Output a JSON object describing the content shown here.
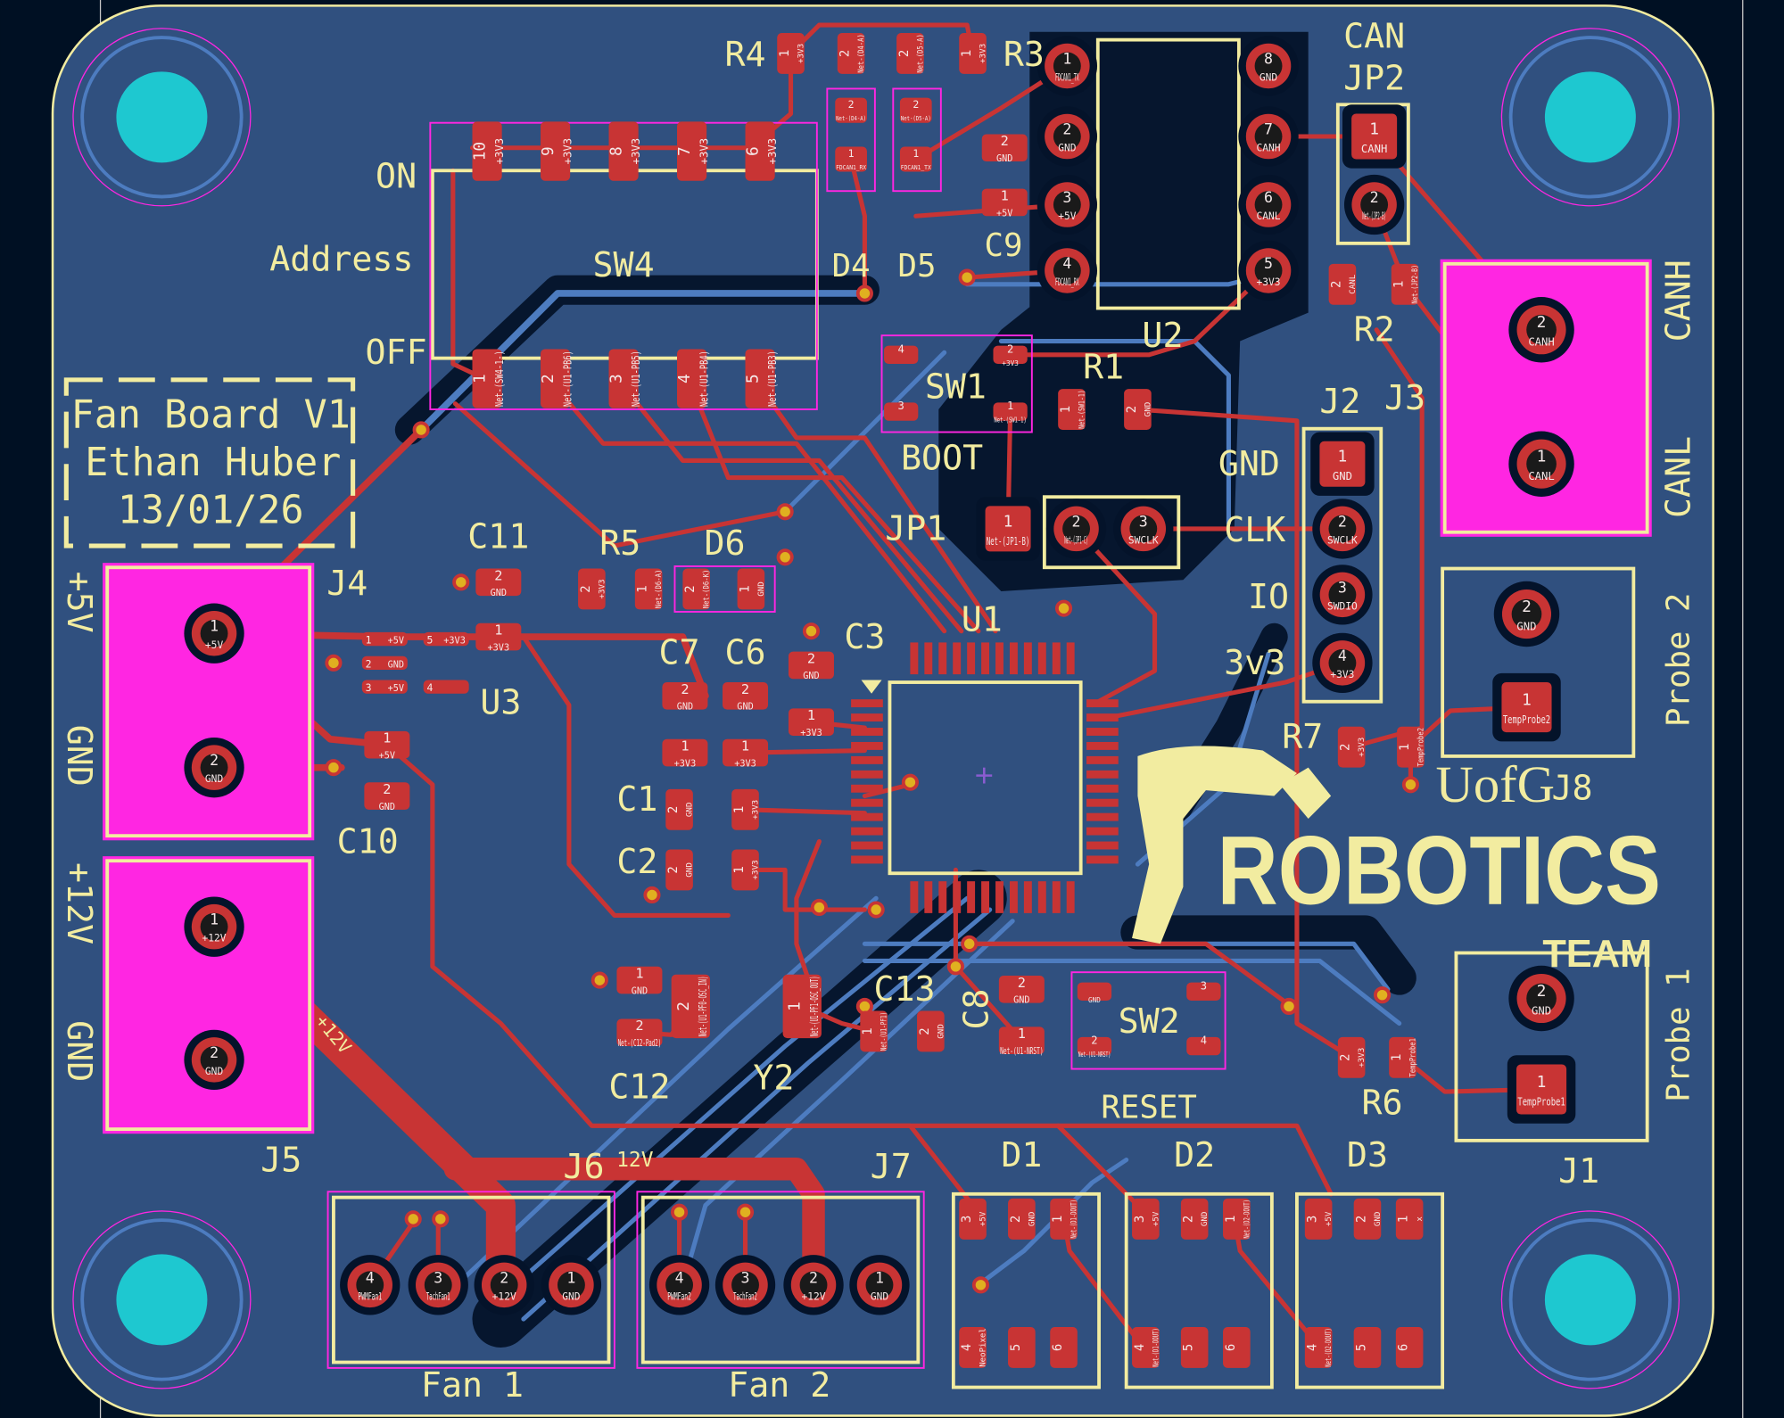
{
  "board": {
    "title_lines": [
      "Fan Board V1",
      "Ethan Huber",
      "13/01/26"
    ],
    "logo": {
      "top": "UofG",
      "main": "ROBOTICS",
      "bottom": "TEAM"
    },
    "colors": {
      "background": "#001023",
      "board": "#30507f",
      "zone": "#04132a",
      "front_copper": "#c83434",
      "back_copper": "#4d7cc0",
      "silkscreen": "#f2eca0",
      "courtyard": "#ff26e2",
      "mount_hole": "#1ec8d0"
    }
  },
  "labels": {
    "R4": "R4",
    "R3": "R3",
    "CAN": "CAN",
    "JP2": "JP2",
    "ON": "ON",
    "Address": "Address",
    "SW4": "SW4",
    "OFF": "OFF",
    "D4": "D4",
    "D5": "D5",
    "C9": "C9",
    "U2": "U2",
    "R2": "R2",
    "R1": "R1",
    "J2": "J2",
    "J3": "J3",
    "SW1": "SW1",
    "BOOT": "BOOT",
    "GND": "GND",
    "CLK": "CLK",
    "IO": "IO",
    "3v3": "3v3",
    "C11": "C11",
    "J4": "J4",
    "R5": "R5",
    "D6": "D6",
    "JP1": "JP1",
    "U1": "U1",
    "C3": "C3",
    "U3": "U3",
    "C7": "C7",
    "C6": "C6",
    "C1": "C1",
    "C2": "C2",
    "C10": "C10",
    "R7": "R7",
    "J8": "J8",
    "J1": "J1",
    "R6": "R6",
    "RESET": "RESET",
    "SW2": "SW2",
    "C13": "C13",
    "C8": "C8",
    "C12": "C12",
    "Y2": "Y2",
    "J5": "J5",
    "J6": "J6",
    "12V": "12V",
    "J7": "J7",
    "D1": "D1",
    "D2": "D2",
    "D3": "D3",
    "Fan1": "Fan 1",
    "Fan2": "Fan 2",
    "plus5V": "+5V",
    "gnd_j4": "GND",
    "plus12V": "+12V",
    "gnd_j5": "GND",
    "CANH": "CANH",
    "CANL": "CANL",
    "Probe2": "Probe 2",
    "Probe1": "Probe 1",
    "trace12V": "+12V"
  },
  "pads": {
    "SW4": [
      [
        "10",
        "+3V3"
      ],
      [
        "9",
        "+3V3"
      ],
      [
        "8",
        "+3V3"
      ],
      [
        "7",
        "+3V3"
      ],
      [
        "6",
        "+3V3"
      ],
      [
        "1",
        "Net-(SW4-1-)"
      ],
      [
        "2",
        "Net-(U1-PB6)"
      ],
      [
        "3",
        "Net-(U1-PB5)"
      ],
      [
        "4",
        "Net-(U1-PB4)"
      ],
      [
        "5",
        "Net-(U1-PB3)"
      ]
    ],
    "R4": [
      [
        "1",
        "+3V3"
      ],
      [
        "2",
        "Net-(D4-A)"
      ]
    ],
    "R3": [
      [
        "2",
        "Net-(D5-A)"
      ],
      [
        "1",
        "+3V3"
      ]
    ],
    "D4": [
      [
        "2",
        "Net-(D4-A)"
      ],
      [
        "1",
        "FDCAN1_RX"
      ]
    ],
    "D5": [
      [
        "2",
        "Net-(D5-A)"
      ],
      [
        "1",
        "FDCAN1_TX"
      ]
    ],
    "C9": [
      [
        "2",
        "GND"
      ],
      [
        "1",
        "+5V"
      ]
    ],
    "U2": [
      [
        "1",
        "FDCAN1_TX"
      ],
      [
        "2",
        "GND"
      ],
      [
        "3",
        "+5V"
      ],
      [
        "4",
        "FDCAN1_RX"
      ],
      [
        "8",
        "GND"
      ],
      [
        "7",
        "CANH"
      ],
      [
        "6",
        "CANL"
      ],
      [
        "5",
        "+3V3"
      ]
    ],
    "JP2": [
      [
        "1",
        "CANH"
      ],
      [
        "2",
        "Net-(JP2-B)"
      ]
    ],
    "R2": [
      [
        "2",
        "CANL"
      ],
      [
        "1",
        "Net-(JP2-B)"
      ]
    ],
    "CAN": [
      [
        "2",
        "CANH"
      ],
      [
        "1",
        "CANL"
      ]
    ],
    "SW1": [
      [
        "4",
        ""
      ],
      [
        "3",
        ""
      ],
      [
        "2",
        "+3V3"
      ],
      [
        "1",
        "Net-(SW1-1)"
      ]
    ],
    "R1": [
      [
        "1",
        "Net-(SW1-1)"
      ],
      [
        "2",
        "GND"
      ]
    ],
    "J2": [
      [
        "1",
        "GND"
      ]
    ],
    "J3": [
      [
        "2",
        "SWCLK"
      ],
      [
        "3",
        "SWDIO"
      ],
      [
        "4",
        "+3V3"
      ]
    ],
    "JP1": [
      [
        "1",
        "Net-(JP1-B)"
      ],
      [
        "2",
        "Net-(JP1-C)"
      ],
      [
        "3",
        "SWCLK"
      ]
    ],
    "C11": [
      [
        "2",
        "GND"
      ],
      [
        "1",
        "+3V3"
      ]
    ],
    "R5": [
      [
        "2",
        "+3V3"
      ],
      [
        "1",
        "Net-(D6-A)"
      ]
    ],
    "D6": [
      [
        "2",
        "Net-(D6-K)"
      ],
      [
        "1",
        "GND"
      ]
    ],
    "U3": [
      [
        "1",
        "+5V"
      ],
      [
        "2",
        "GND"
      ],
      [
        "3",
        "+5V"
      ],
      [
        "5",
        "+3V3"
      ],
      [
        "4",
        ""
      ]
    ],
    "C10": [
      [
        "1",
        "+5V"
      ],
      [
        "2",
        "GND"
      ]
    ],
    "C7": [
      [
        "2",
        "GND"
      ],
      [
        "1",
        "+3V3"
      ]
    ],
    "C6": [
      [
        "2",
        "GND"
      ],
      [
        "1",
        "+3V3"
      ]
    ],
    "C3": [
      [
        "2",
        "GND"
      ],
      [
        "1",
        "+3V3"
      ]
    ],
    "C1": [
      [
        "2",
        "GND"
      ],
      [
        "1",
        "+3V3"
      ]
    ],
    "C2": [
      [
        "2",
        "GND"
      ],
      [
        "1",
        "+3V3"
      ]
    ],
    "J8": [
      [
        "2",
        "GND"
      ],
      [
        "1",
        "TempProbe2"
      ]
    ],
    "R7": [
      [
        "2",
        "+3V3"
      ],
      [
        "1",
        "TempProbe2"
      ]
    ],
    "J1": [
      [
        "2",
        "GND"
      ],
      [
        "1",
        "TempProbe1"
      ]
    ],
    "R6": [
      [
        "2",
        "+3V3"
      ],
      [
        "1",
        "TempProbe1"
      ]
    ],
    "C12": [
      [
        "1",
        "GND"
      ],
      [
        "2",
        "Net-(C12-Pad2)"
      ]
    ],
    "Y2": [
      [
        "2",
        "Net-(U1-PF0-OSC_IN)"
      ],
      [
        "1",
        "Net-(U1-PF1-OSC_OUT)"
      ]
    ],
    "C13": [
      [
        "1",
        "Net-(U1-PF1)"
      ],
      [
        "2",
        "GND"
      ]
    ],
    "C8": [
      [
        "2",
        "GND"
      ],
      [
        "1",
        "Net-(U1-NRST)"
      ]
    ],
    "SW2": [
      [
        "",
        "GND"
      ],
      [
        "2",
        "Net-(U1-NRST)"
      ],
      [
        "3",
        ""
      ],
      [
        "4",
        ""
      ]
    ],
    "D1": [
      [
        "3",
        "+5V"
      ],
      [
        "2",
        "GND"
      ],
      [
        "1",
        "Net-(D1-DOUT)"
      ],
      [
        "4",
        "NeoPixel"
      ],
      [
        "5",
        ""
      ],
      [
        "6",
        ""
      ]
    ],
    "D2": [
      [
        "3",
        "+5V"
      ],
      [
        "2",
        "GND"
      ],
      [
        "1",
        "Net-(D2-DOUT)"
      ],
      [
        "4",
        "Net-(D1-DOUT)"
      ],
      [
        "5",
        ""
      ],
      [
        "6",
        ""
      ]
    ],
    "D3": [
      [
        "3",
        "+5V"
      ],
      [
        "2",
        "GND"
      ],
      [
        "1",
        "x"
      ],
      [
        "4",
        "Net-(D2-DOUT)"
      ],
      [
        "5",
        ""
      ],
      [
        "6",
        ""
      ]
    ],
    "J6": [
      [
        "4",
        "PWMFan1"
      ],
      [
        "3",
        "TachFan1"
      ],
      [
        "2",
        "+12V"
      ],
      [
        "1",
        "GND"
      ]
    ],
    "J7": [
      [
        "4",
        "PWMFan2"
      ],
      [
        "3",
        "TachFan2"
      ],
      [
        "2",
        "+12V"
      ],
      [
        "1",
        "GND"
      ]
    ],
    "J4": [
      [
        "1",
        "+5V"
      ],
      [
        "2",
        "GND"
      ]
    ],
    "J5": [
      [
        "1",
        "+12V"
      ],
      [
        "2",
        "GND"
      ]
    ]
  }
}
